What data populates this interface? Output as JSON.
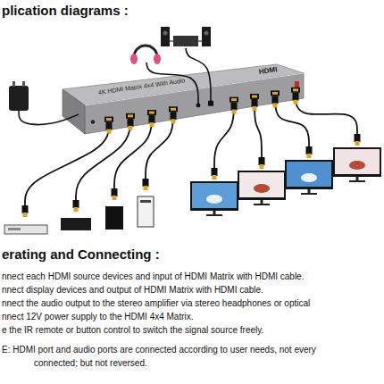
{
  "diagram": {
    "title": "plication diagrams :",
    "nodes": [
      {
        "text": [
          "4K HDMI Matrix 4x4 With Audio",
          "HDMI"
        ]
      }
    ],
    "labels": [
      "erating and Connecting :",
      "nnect each HDMI source devices and input of HDMI Matrix with HDMI cable.",
      "nnect display devices and output of HDMI Matrix with HDMI cable.",
      "nnect the audio output to the stereo amplifier via stereo headphones or optical",
      "nnect 12V power supply to the HDMI 4x4 Matrix.",
      "e the IR remote or button control to switch the signal source freely.",
      "E: HDMI port and audio ports are connected according to user needs, not every",
      "connected; but not reversed."
    ]
  }
}
